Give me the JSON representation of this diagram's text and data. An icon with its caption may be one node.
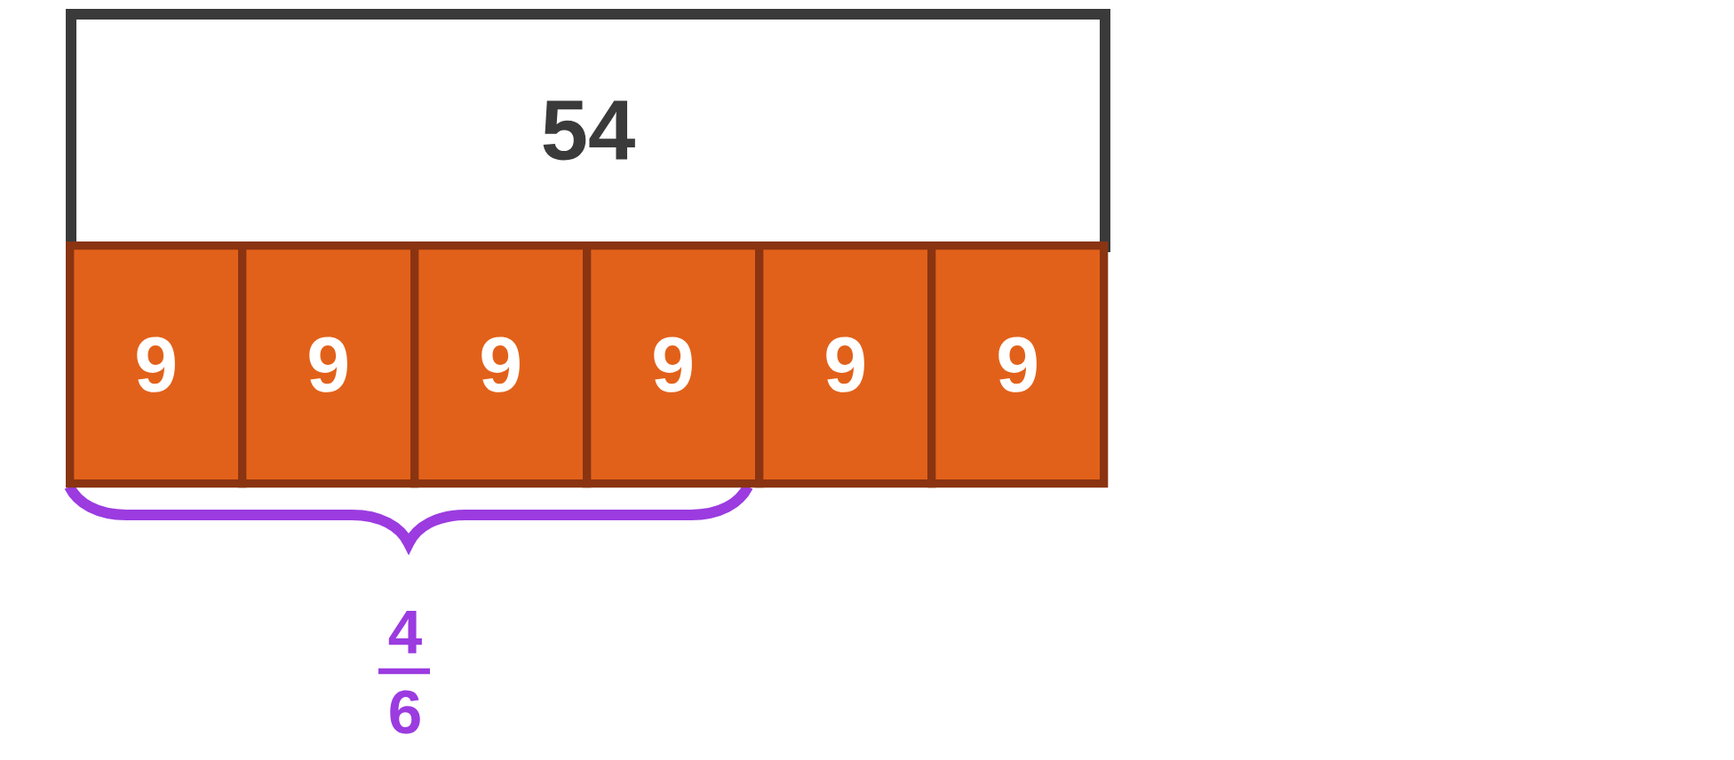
{
  "diagram": {
    "nodes": [
      {
        "text": [
          "54"
        ]
      },
      {
        "text": [
          "9"
        ]
      },
      {
        "text": [
          "9"
        ]
      },
      {
        "text": [
          "9"
        ]
      },
      {
        "text": [
          "9"
        ]
      },
      {
        "text": [
          "9"
        ]
      },
      {
        "text": [
          "9"
        ]
      }
    ],
    "labels": [
      "4",
      "6"
    ]
  }
}
